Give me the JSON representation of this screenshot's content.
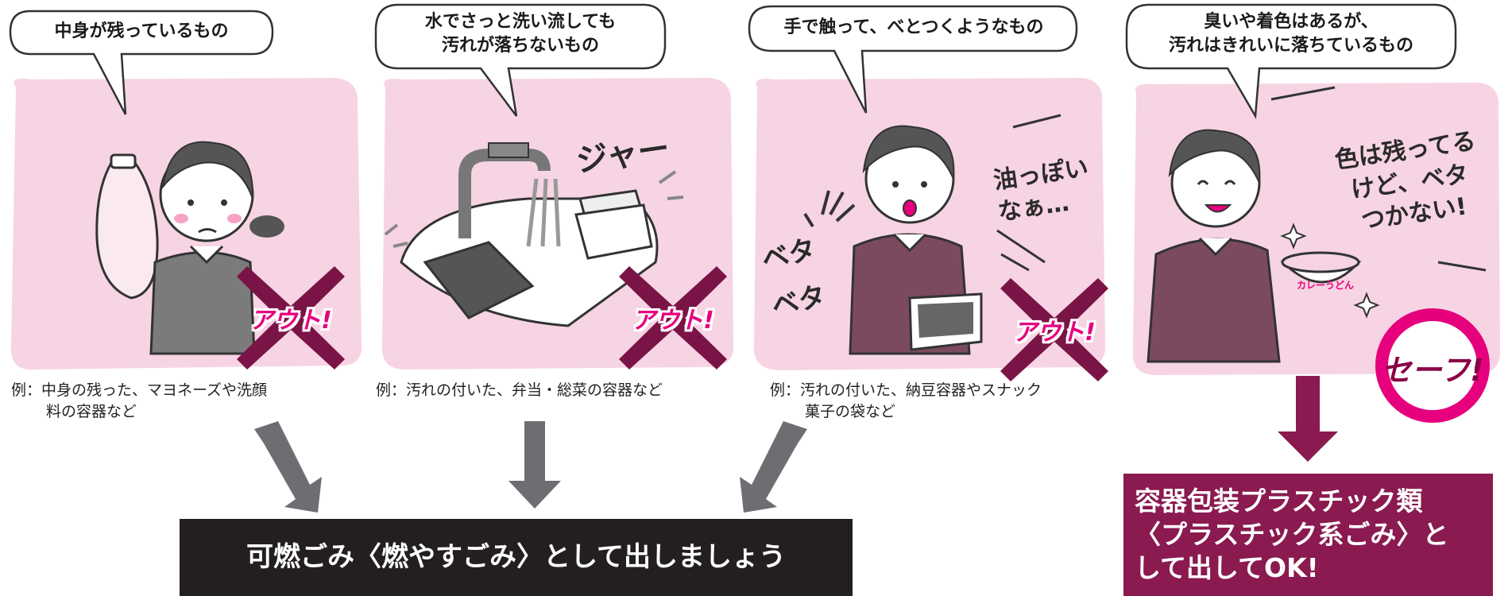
{
  "panels": [
    {
      "bubble": "中身が残っているもの",
      "example_line1": "例：中身の残った、マヨネーズや洗顔",
      "example_line2": "料の容器など",
      "stamp": "アウト!"
    },
    {
      "bubble": "水でさっと洗い流しても\n汚れが落ちないもの",
      "example_line1": "例：汚れの付いた、弁当・総菜の容器など",
      "example_line2": "",
      "stamp": "アウト!",
      "sfx": "ジャー"
    },
    {
      "bubble": "手で触って、べとつくようなもの",
      "example_line1": "例：汚れの付いた、納豆容器やスナック",
      "example_line2": "菓子の袋など",
      "stamp": "アウト!",
      "speech": "油っぽい\nなぁ…",
      "sfx": "ベタ\nベタ"
    },
    {
      "bubble": "臭いや着色はあるが、\n汚れはきれいに落ちているもの",
      "speech": "色は残ってる\nけど、ベタ\nつかない!",
      "bowl_label": "カレーうどん",
      "stamp": "セーフ!"
    }
  ],
  "result_burnable": "可燃ごみ〈燃やすごみ〉として出しましょう",
  "result_plastic": "容器包装プラスチック類\n〈プラスチック系ごみ〉と\nして出してOK!",
  "colors": {
    "pink_bg": "#f7d4e3",
    "out_x": "#7a1446",
    "out_text": "#e6007e",
    "safe_ring": "#e6007e",
    "banner_black": "#231f20",
    "banner_purple": "#8a1a4f",
    "arrow_gray": "#6d6e71",
    "arrow_purple": "#8a1a4f"
  }
}
